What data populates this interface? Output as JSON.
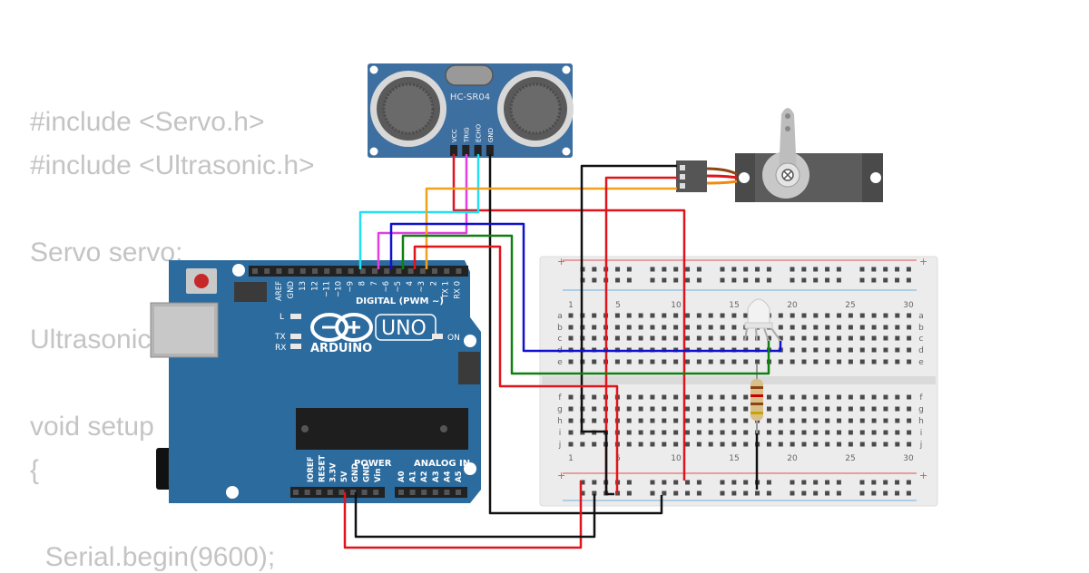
{
  "code_lines": [
    "#include <Servo.h>",
    "#include <Ultrasonic.h>",
    "Servo servo;",
    "Ultrasonic",
    "void setup",
    "{",
    "  Serial.begin(9600);"
  ],
  "sensor": {
    "label": "HC-SR04",
    "pins": [
      "VCC",
      "TRIG",
      "ECHO",
      "GND"
    ]
  },
  "arduino": {
    "brand": "ARDUINO",
    "model": "UNO",
    "digital_label": "DIGITAL (PWM ~)",
    "power_label": "POWER",
    "analog_label": "ANALOG IN",
    "led_labels": [
      "L",
      "TX",
      "RX",
      "ON"
    ],
    "top_pins": [
      "AREF",
      "GND",
      "13",
      "12",
      "~11",
      "~10",
      "~9",
      "8",
      "7",
      "~6",
      "~5",
      "4",
      "~3",
      "2",
      "TX 1",
      "RX 0"
    ],
    "power_pins": [
      "IOREF",
      "RESET",
      "3.3V",
      "5V",
      "GND",
      "GND",
      "Vin"
    ],
    "analog_pins": [
      "A0",
      "A1",
      "A2",
      "A3",
      "A4",
      "A5"
    ]
  },
  "breadboard": {
    "column_numbers": [
      "1",
      "5",
      "10",
      "15",
      "20",
      "25",
      "30"
    ],
    "rows_top": [
      "a",
      "b",
      "c",
      "d",
      "e"
    ],
    "rows_bottom": [
      "f",
      "g",
      "h",
      "i",
      "j"
    ],
    "rail_plus": "+",
    "rail_minus": "-"
  },
  "colors": {
    "arduino_blue": "#2c6b9e",
    "sensor_blue": "#3d6fa0",
    "wire_red": "#e0141c",
    "wire_black": "#111111",
    "wire_orange": "#f0a020",
    "wire_cyan": "#22e0f0",
    "wire_magenta": "#e040e0",
    "wire_blue": "#1010d0",
    "wire_green": "#108010",
    "code_gray": "#c4c4c4"
  }
}
